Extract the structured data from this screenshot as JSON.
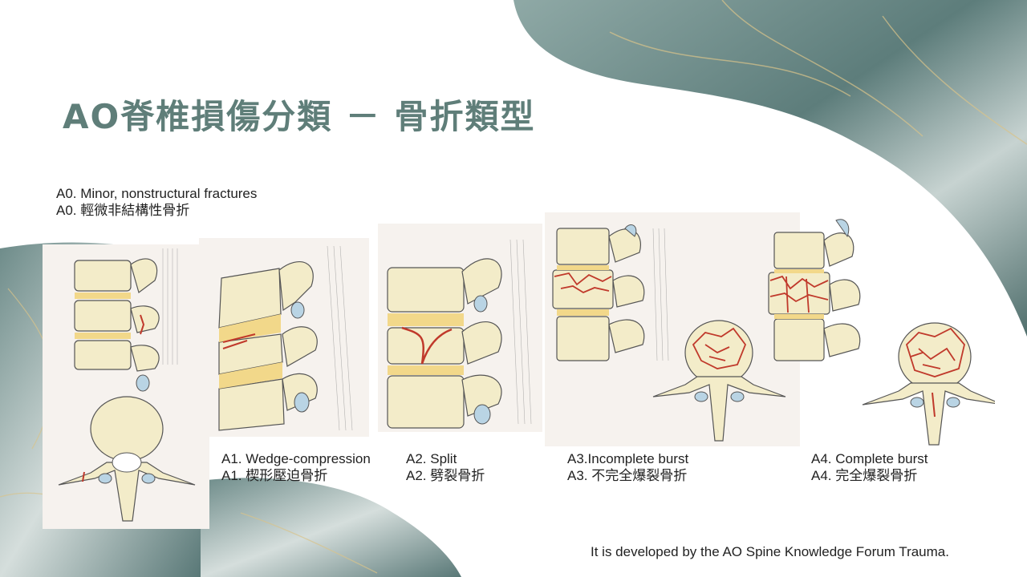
{
  "slide": {
    "title": "AO脊椎損傷分類 － 骨折類型",
    "footer": "It is developed by the AO Spine Knowledge Forum Trauma."
  },
  "types": [
    {
      "code": "A0",
      "label_en": "A0. Minor, nonstructural fractures",
      "label_zh": "A0. 輕微非結構性骨折"
    },
    {
      "code": "A1",
      "label_en": "A1. Wedge-compression",
      "label_zh": "A1. 楔形壓迫骨折"
    },
    {
      "code": "A2",
      "label_en": "A2. Split",
      "label_zh": "A2. 劈裂骨折"
    },
    {
      "code": "A3",
      "label_en": "A3.Incomplete burst",
      "label_zh": "A3. 不完全爆裂骨折"
    },
    {
      "code": "A4",
      "label_en": "A4. Complete burst",
      "label_zh": "A4. 完全爆裂骨折"
    }
  ],
  "colors": {
    "title": "#5f7e79",
    "bone": "#f3ecc9",
    "disc": "#f2d88a",
    "fracture": "#c0392b",
    "facet": "#b9d4e4",
    "marble": "#6f8f8d"
  }
}
